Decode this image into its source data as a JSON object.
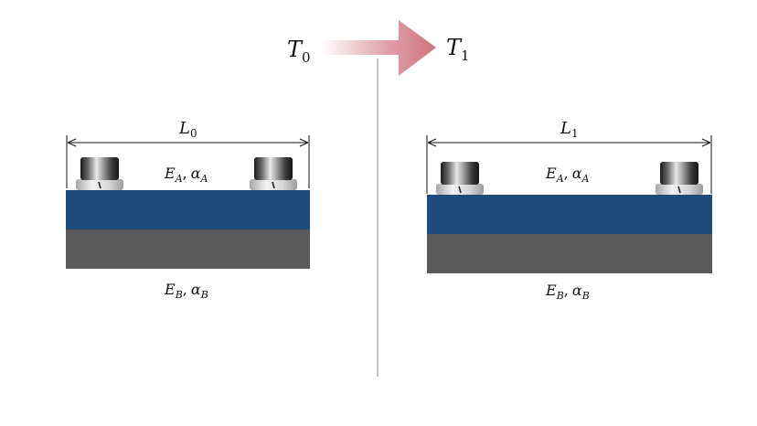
{
  "transition": {
    "start_temp": {
      "base": "T",
      "sub": "0"
    },
    "end_temp": {
      "base": "T",
      "sub": "1"
    }
  },
  "left_panel": {
    "length": {
      "base": "L",
      "sub": "0"
    },
    "layer_a": {
      "modulus": "E",
      "modulus_sub": "A",
      "sep": ",",
      "alpha": "α",
      "alpha_sub": "A"
    },
    "layer_b": {
      "modulus": "E",
      "modulus_sub": "B",
      "sep": ",",
      "alpha": "α",
      "alpha_sub": "B"
    }
  },
  "right_panel": {
    "length": {
      "base": "L",
      "sub": "1"
    },
    "layer_a": {
      "modulus": "E",
      "modulus_sub": "A",
      "sep": ",",
      "alpha": "α",
      "alpha_sub": "A"
    },
    "layer_b": {
      "modulus": "E",
      "modulus_sub": "B",
      "sep": ",",
      "alpha": "α",
      "alpha_sub": "B"
    }
  },
  "colors": {
    "layer_a": "#1f4b7c",
    "layer_b": "#5b5b5b",
    "arrow": "#d0727f",
    "divider": "#8a8a8a"
  }
}
